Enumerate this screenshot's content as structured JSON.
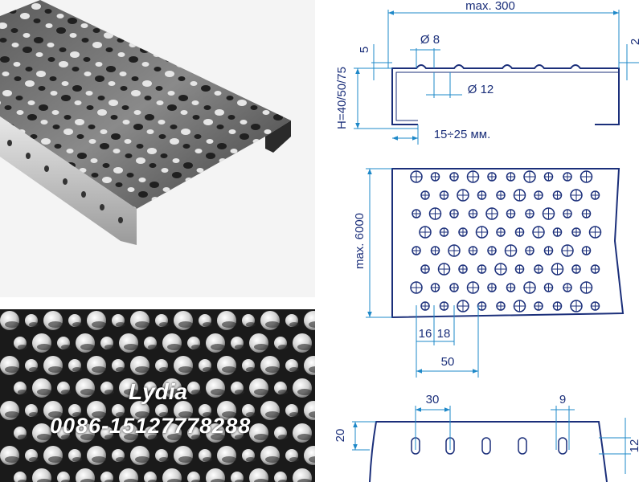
{
  "colors": {
    "line": "#1b2f7a",
    "dim": "#1e88c8",
    "metal_dark": "#1a1a1a",
    "metal_light": "#cfcfcf"
  },
  "watermark": {
    "name": "Lydia",
    "phone": "0086-15127778288"
  },
  "drawing": {
    "section": {
      "width": "max. 300",
      "height": "H=40/50/75",
      "lip": "5",
      "thickness": "2",
      "hole_small": "Ø 8",
      "hole_large": "Ø 12",
      "flange": "15÷25 мм."
    },
    "plan": {
      "length": "max. 6000",
      "pitch_a": "16",
      "pitch_b": "18",
      "pitch_c": "50"
    },
    "side": {
      "slot_pitch": "30",
      "slot_width": "9",
      "edge_height": "20",
      "slot_height": "12"
    }
  }
}
